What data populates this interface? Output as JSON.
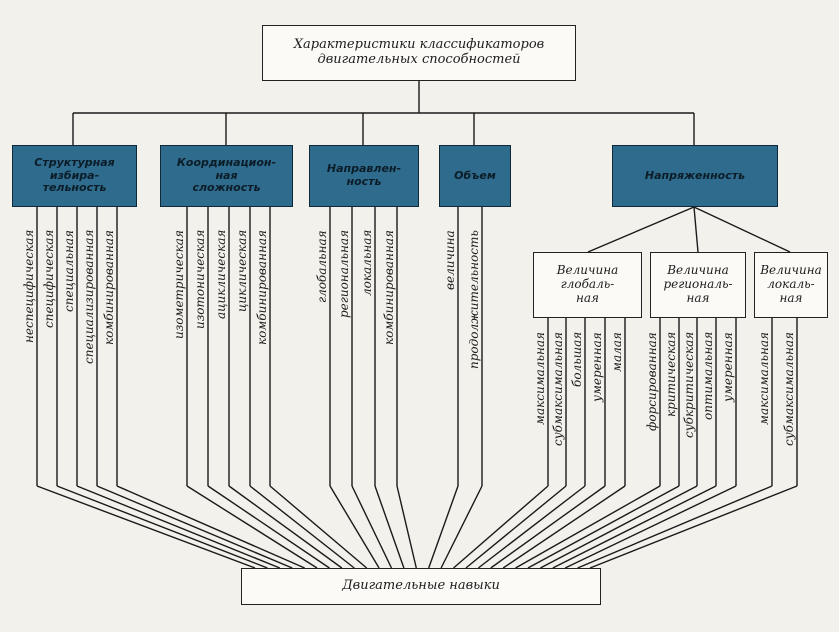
{
  "title": "Характеристики классификаторов\nдвигательных способностей",
  "bottom": "Двигательные навыки",
  "categories": [
    {
      "label": "Структурная\nизбира-\nтельность",
      "items": [
        "неспецифическая",
        "специфическая",
        "специальная",
        "специализированная",
        "комбинированная"
      ]
    },
    {
      "label": "Координацион-\nная\nсложность",
      "items": [
        "изометрическая",
        "изотоническая",
        "ациклическая",
        "циклическая",
        "комбинированная"
      ]
    },
    {
      "label": "Направлен-\nность",
      "items": [
        "глобальная",
        "региональная",
        "локальная",
        "комбинированная"
      ]
    },
    {
      "label": "Объем",
      "items": [
        "величина",
        "продолжительность"
      ]
    },
    {
      "label": "Напряженность",
      "items": []
    }
  ],
  "subcategories": [
    {
      "label": "Величина\nглобаль-\nная",
      "items": [
        "максимальная",
        "субмаксимальная",
        "большая",
        "умеренная",
        "малая"
      ]
    },
    {
      "label": "Величина\nрегиональ-\nная",
      "items": [
        "форсированная",
        "критическая",
        "субкритическая",
        "оптимальная",
        "умеренная"
      ]
    },
    {
      "label": "Величина\nлокаль-\nная",
      "items": [
        "максимальная",
        "субмаксимальная"
      ]
    }
  ],
  "colors": {
    "category_fill": "#2f6b8c",
    "line": "#1a1a1a",
    "background": "#f3f1ec"
  }
}
